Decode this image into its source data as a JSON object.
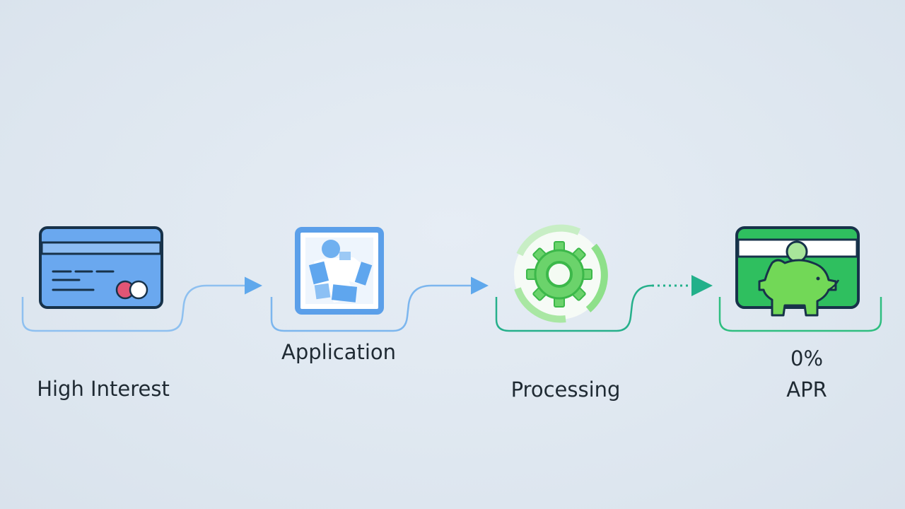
{
  "steps": [
    {
      "id": "high-interest",
      "label": "High Interest",
      "icon": "credit-card-icon",
      "color": "#6aa8ef"
    },
    {
      "id": "application",
      "label": "Application",
      "icon": "application-form-icon",
      "color": "#5b9fe9"
    },
    {
      "id": "processing",
      "label": "Processing",
      "icon": "gear-icon",
      "color": "#5fcf77"
    },
    {
      "id": "zero-apr",
      "label_lines": [
        "0%",
        "APR"
      ],
      "icon": "piggy-bank-card-icon",
      "color": "#2fbf5f"
    }
  ],
  "colors": {
    "background": "#dfe7f0",
    "blue": "#5b9fe9",
    "light_blue": "#9cc6f2",
    "teal": "#25b28a",
    "green": "#3cc45f",
    "outline": "#17324a"
  }
}
